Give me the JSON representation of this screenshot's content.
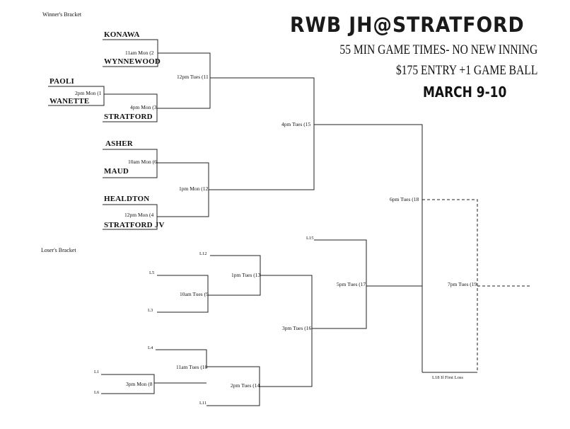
{
  "header": {
    "title": "RWB JH@STRATFORD",
    "line1": "55 MIN GAME TIMES- NO NEW INNING",
    "line2": "$175 ENTRY +1 GAME BALL",
    "line3": "MARCH 9-10"
  },
  "winners_bracket": {
    "label": "Winner's Bracket",
    "teams": [
      "KONAWA",
      "WYNNEWOOD",
      "PAOLI",
      "WANETTE",
      "STRATFORD",
      "ASHER",
      "MAUD",
      "HEALDTON",
      "STRATFORD JV"
    ],
    "games": {
      "g1": "2pm Mon (1",
      "g2": "11am Mon (2",
      "g3": "4pm Mon (3",
      "g4": "12pm Mon (4",
      "g6": "10am Mon (6",
      "g11": "12pm Tues (11",
      "g12": "1pm Mon (12",
      "g15": "4pm Tues (15",
      "g18": "6pm Tues (18"
    }
  },
  "losers_bracket": {
    "label": "Loser's Bracket",
    "slots": {
      "l12": "L12",
      "l5": "L5",
      "l3": "L3",
      "l4": "L4",
      "l1": "L1",
      "l6": "L6",
      "l11": "L11",
      "l15": "L15"
    },
    "games": {
      "g13": "1pm Tues (13",
      "g9": "10am Tues (9",
      "g10": "11am Tues (10",
      "g8": "3pm Mon (8",
      "g14": "2pm Tues (14",
      "g16": "3pm Tues (16",
      "g17": "5pm Tues (17",
      "g19": "7pm Tues (19"
    },
    "note": "L18 If First Loss"
  }
}
